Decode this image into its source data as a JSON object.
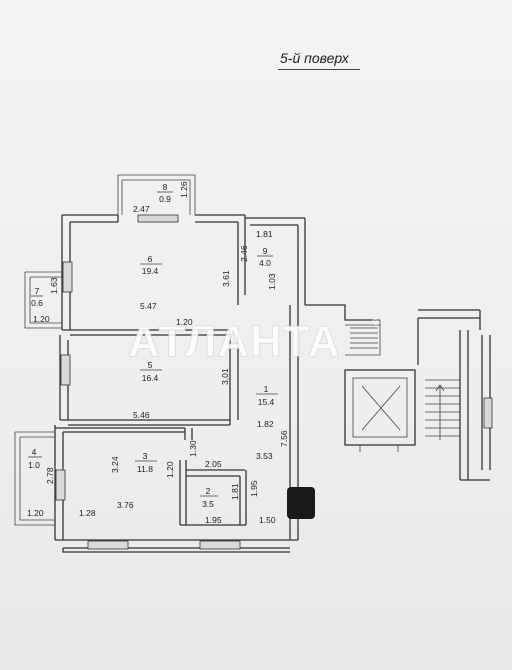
{
  "plan": {
    "floor_title": "5-й поверх",
    "watermark": "АТЛАНТА",
    "watermark_mark": "®",
    "rooms": [
      {
        "id": "r1",
        "number": "1",
        "area": "15.4"
      },
      {
        "id": "r2",
        "number": "2",
        "area": "3.5"
      },
      {
        "id": "r3",
        "number": "3",
        "area": "11.8"
      },
      {
        "id": "r4",
        "number": "4",
        "area": "1.0"
      },
      {
        "id": "r5",
        "number": "5",
        "area": "16.4"
      },
      {
        "id": "r6",
        "number": "6",
        "area": "19.4"
      },
      {
        "id": "r7",
        "number": "7",
        "area": "0.6"
      },
      {
        "id": "r8",
        "number": "8",
        "area": "0.9"
      },
      {
        "id": "r9",
        "number": "9",
        "area": "4.0"
      }
    ],
    "dimensions": [
      "2.47",
      "1.26",
      "1.81",
      "2.46",
      "1.03",
      "3.61",
      "5.47",
      "1.63",
      "1.20",
      "1.20",
      "3.01",
      "5.46",
      "1.82",
      "7.56",
      "1.30",
      "3.53",
      "3.24",
      "2.05",
      "1.20",
      "2.78",
      "1.81",
      "1.95",
      "1.20",
      "1.28",
      "3.76",
      "1.95",
      "1.50"
    ]
  }
}
